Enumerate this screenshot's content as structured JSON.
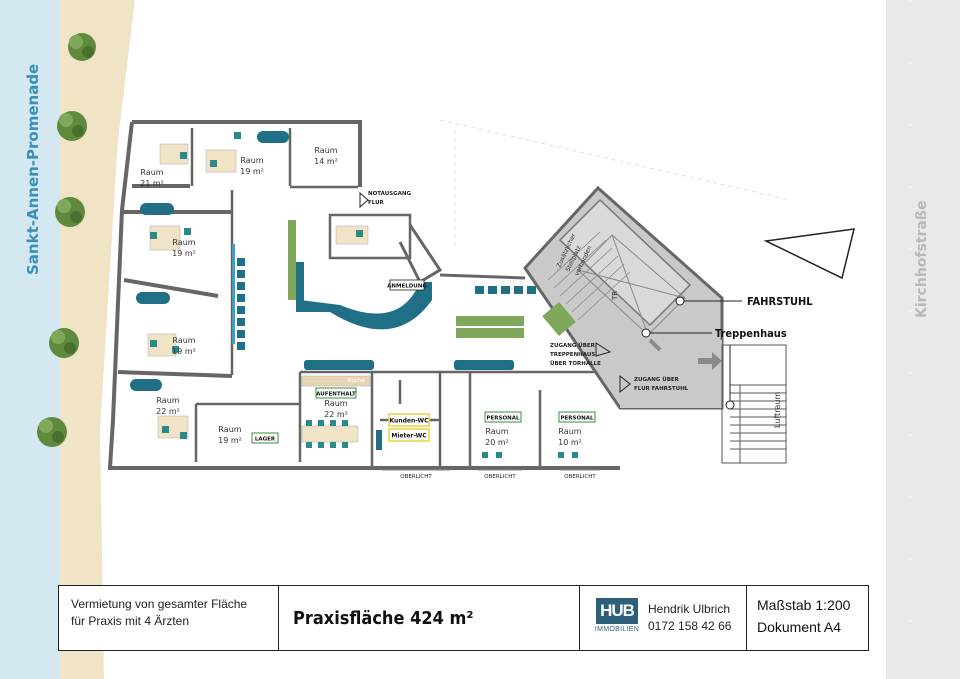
{
  "streets": {
    "left": "Sankt-Annen-Promenade",
    "right": "Kirchhofstraße"
  },
  "rooms": [
    {
      "label": "Raum",
      "area": "21 m²"
    },
    {
      "label": "Raum",
      "area": "19 m²"
    },
    {
      "label": "Raum",
      "area": "14 m²"
    },
    {
      "label": "Raum",
      "area": "19 m²"
    },
    {
      "label": "Raum",
      "area": "19 m²"
    },
    {
      "label": "Raum",
      "area": "22 m²"
    },
    {
      "label": "Raum",
      "area": "19 m²"
    },
    {
      "label": "Raum",
      "area": "22 m²"
    },
    {
      "label": "Raum",
      "area": "20 m²"
    },
    {
      "label": "Raum",
      "area": "10 m²"
    }
  ],
  "tags": {
    "anmeldung": "ANMELDUNG",
    "lager": "LAGER",
    "aufenthalt": "AUFENTHALT",
    "kueche": "Küche",
    "kunden_wc": "Kunden-WC",
    "mieter_wc": "Mieter-WC",
    "personal": "PERSONAL"
  },
  "notes": {
    "notausgang_1": "NOTAUSGANG",
    "notausgang_2": "FLUR",
    "treppe_1": "ZUGANG ÜBER",
    "treppe_2": "TREPPENHAUS",
    "treppe_3": "ÜBER TORHALLE",
    "fahrstuhl_1": "ZUGANG ÜBER",
    "fahrstuhl_2": "FLUR FAHRSTUHL",
    "oberlicht": "OBERLICHT",
    "luftraum": "Luftraum",
    "tr": "TR",
    "stair_note_1": "Zusätzlicher",
    "stair_note_2": "Stellplatz",
    "stair_note_3": "vorhanden"
  },
  "callouts": {
    "fahrstuhl": "FAHRSTUHL",
    "treppenhaus": "Treppenhaus"
  },
  "title_block": {
    "desc_line1": "Vermietung von gesamter Fläche",
    "desc_line2": "für Praxis mit 4 Ärzten",
    "title": "Praxisfläche 424 m²",
    "logo_mark": "HUB",
    "logo_sub": "IMMOBILIEN",
    "contact_name": "Hendrik Ulbrich",
    "contact_phone": "0172 158 42 66",
    "scale": "Maßstab 1:200",
    "document": "Dokument A4"
  },
  "colors": {
    "accent_teal": "#1f6f86",
    "water": "#d4e8f2",
    "sand": "#f1e3c6",
    "wall": "#666666",
    "shaft_gray": "#c9c9c9",
    "street_gray": "#e9e9e9",
    "tag_green": "#3a8c3a",
    "tag_yellow": "#e8d23a"
  }
}
